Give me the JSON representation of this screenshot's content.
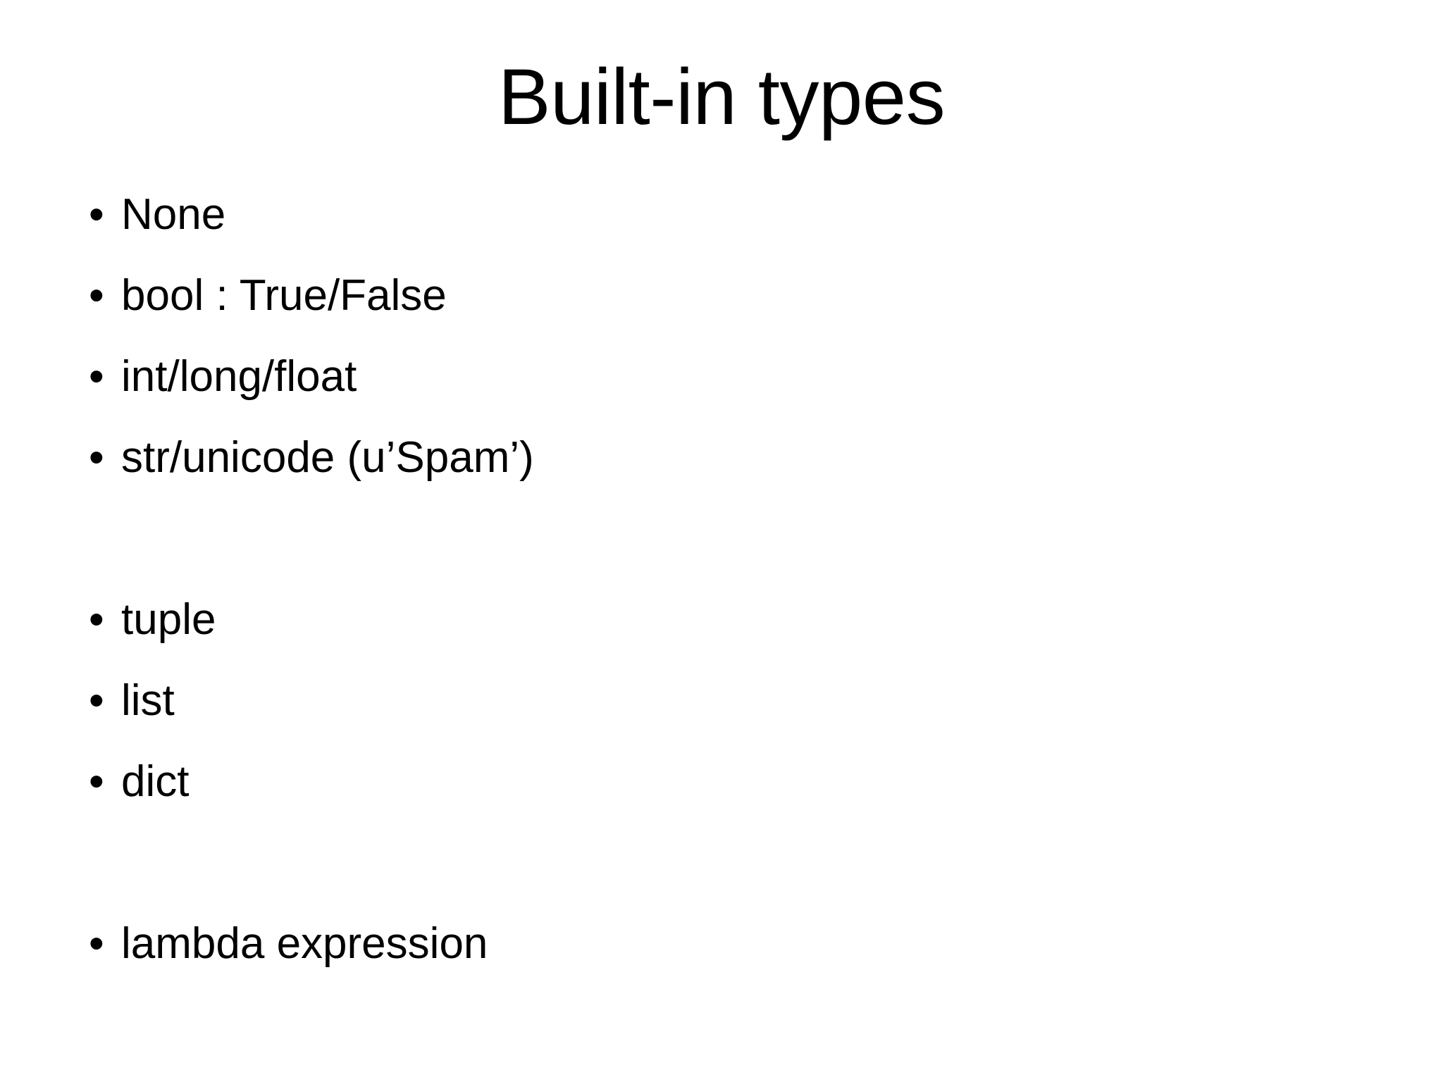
{
  "slide": {
    "title": "Built-in types",
    "background_color": "#FFFFFF",
    "text_color": "#000000",
    "bullet_glyph": "•",
    "bullets": [
      {
        "text": "None",
        "blank": false
      },
      {
        "text": "bool : True/False",
        "blank": false
      },
      {
        "text": "int/long/float",
        "blank": false
      },
      {
        "text": "str/unicode (u’Spam’)",
        "blank": false
      },
      {
        "text": "",
        "blank": true
      },
      {
        "text": "tuple",
        "blank": false
      },
      {
        "text": "list",
        "blank": false
      },
      {
        "text": "dict",
        "blank": false
      },
      {
        "text": "",
        "blank": true
      },
      {
        "text": "lambda expression",
        "blank": false
      }
    ]
  }
}
